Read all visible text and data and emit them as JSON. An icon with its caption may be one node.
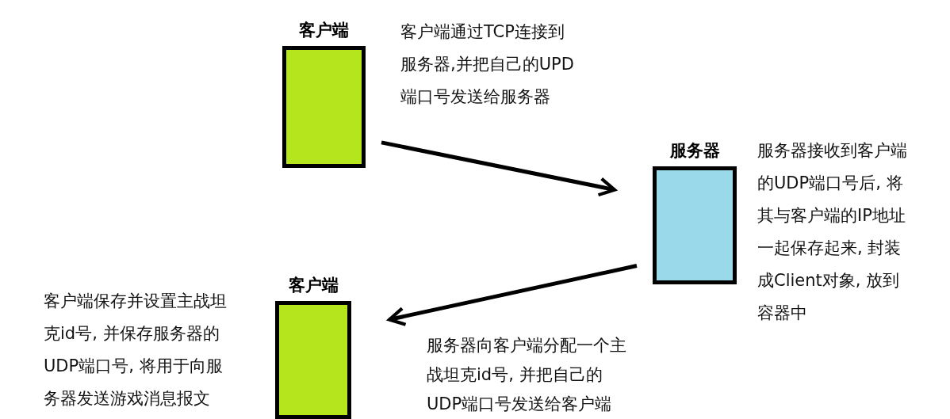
{
  "diagram": {
    "nodes": [
      {
        "text": [
          "客户端"
        ]
      },
      {
        "text": [
          "服务器"
        ],
        "beside": [
          "服务器接收到客户端的UDP端口号后, 将其与客户端的IP地址一起保存起来, 封装成Client对象, 放到容器中"
        ]
      },
      {
        "text": [
          "客户端"
        ],
        "beside": [
          "客户端保存并设置主战坦克id号, 并保存服务器的UDP端口号, 将用于向服务器发送游戏消息报文"
        ]
      }
    ],
    "edges": [
      {
        "from": 0,
        "to": 1,
        "arrow": "to"
      },
      {
        "from": 1,
        "to": 2,
        "arrow": "to"
      }
    ],
    "labels": [
      "客户端通过TCP连接到服务器,并把自己的UPD端口号发送给服务器",
      "服务器向客户端分配一个主战坦克id号, 并把自己的UDP端口号发送给客户端"
    ]
  }
}
